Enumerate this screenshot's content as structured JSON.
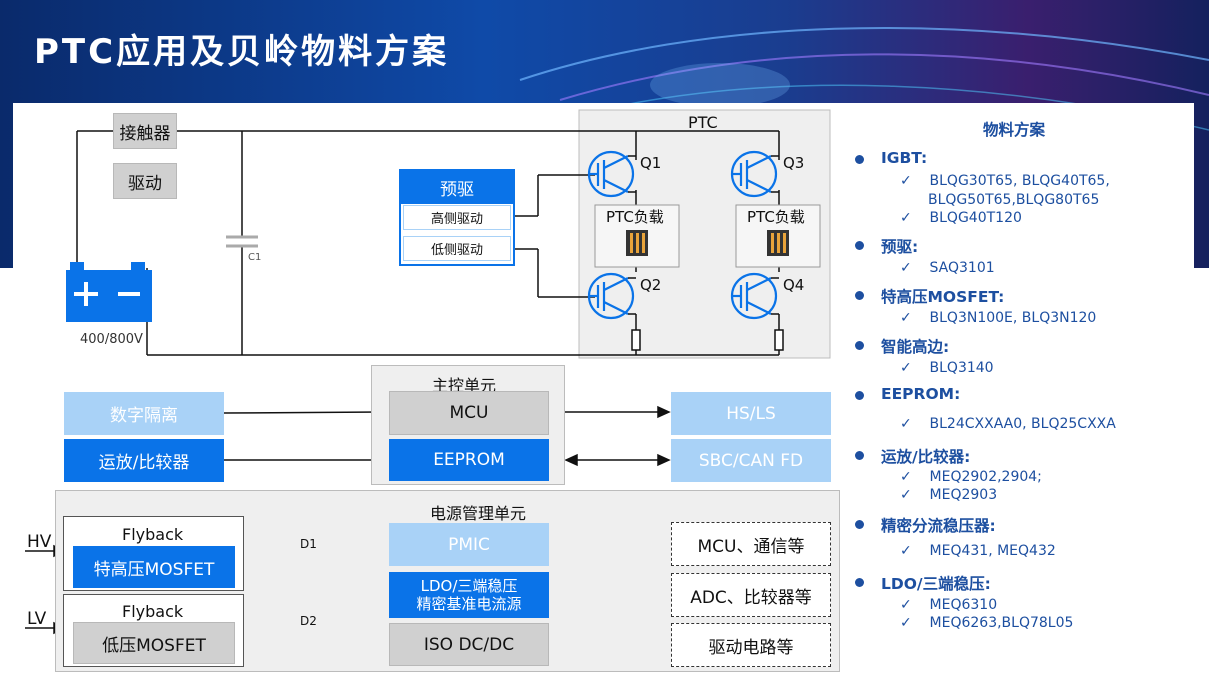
{
  "title": "PTC应用及贝岭物料方案",
  "power_circuit": {
    "contactor": "接触器",
    "drive": "驱动",
    "battery_voltage": "400/800V",
    "cap_label": "C1",
    "predrive": {
      "title": "预驱",
      "high_side": "高侧驱动",
      "low_side": "低侧驱动"
    },
    "ptc_title": "PTC",
    "transistors": [
      "Q1",
      "Q2",
      "Q3",
      "Q4"
    ],
    "ptc_load": "PTC负载"
  },
  "control_unit": {
    "title": "主控单元",
    "mcu": "MCU",
    "eeprom": "EEPROM",
    "left_blocks": [
      "数字隔离",
      "运放/比较器"
    ],
    "right_blocks": [
      "HS/LS",
      "SBC/CAN FD"
    ]
  },
  "power_unit": {
    "title": "电源管理单元",
    "hv": "HV",
    "lv": "LV",
    "flyback_hv": {
      "title": "Flyback",
      "switch": "特高压MOSFET"
    },
    "flyback_lv": {
      "title": "Flyback",
      "switch": "低压MOSFET"
    },
    "diodes": [
      "D1",
      "D2"
    ],
    "pmic": "PMIC",
    "ldo_line1": "LDO/三端稳压",
    "ldo_line2": "精密基准电流源",
    "iso": "ISO DC/DC",
    "outputs": [
      "MCU、通信等",
      "ADC、比较器等",
      "驱动电路等"
    ]
  },
  "bom": {
    "title": "物料方案",
    "groups": [
      {
        "name": "IGBT:",
        "items": [
          "BLQG30T65, BLQG40T65,",
          "BLQG50T65,BLQG80T65",
          "BLQG40T120"
        ]
      },
      {
        "name": "预驱:",
        "items": [
          "SAQ3101"
        ]
      },
      {
        "name": "特高压MOSFET:",
        "items": [
          "BLQ3N100E, BLQ3N120"
        ]
      },
      {
        "name": "智能高边:",
        "items": [
          "BLQ3140"
        ]
      },
      {
        "name": "EEPROM:",
        "items": [
          "BL24CXXAA0, BLQ25CXXA"
        ]
      },
      {
        "name": "运放/比较器:",
        "items": [
          "MEQ2902,2904;",
          "MEQ2903"
        ]
      },
      {
        "name": "精密分流稳压器:",
        "items": [
          "MEQ431, MEQ432"
        ]
      },
      {
        "name": "LDO/三端稳压:",
        "items": [
          "MEQ6310",
          "MEQ6263,BLQ78L05"
        ]
      }
    ]
  },
  "colors": {
    "blue": "#0a73e8",
    "light_blue": "#a9d2f7",
    "gray": "#d0d0d0",
    "bom_text": "#1d4fa0",
    "banner": "#0f4aa8"
  }
}
